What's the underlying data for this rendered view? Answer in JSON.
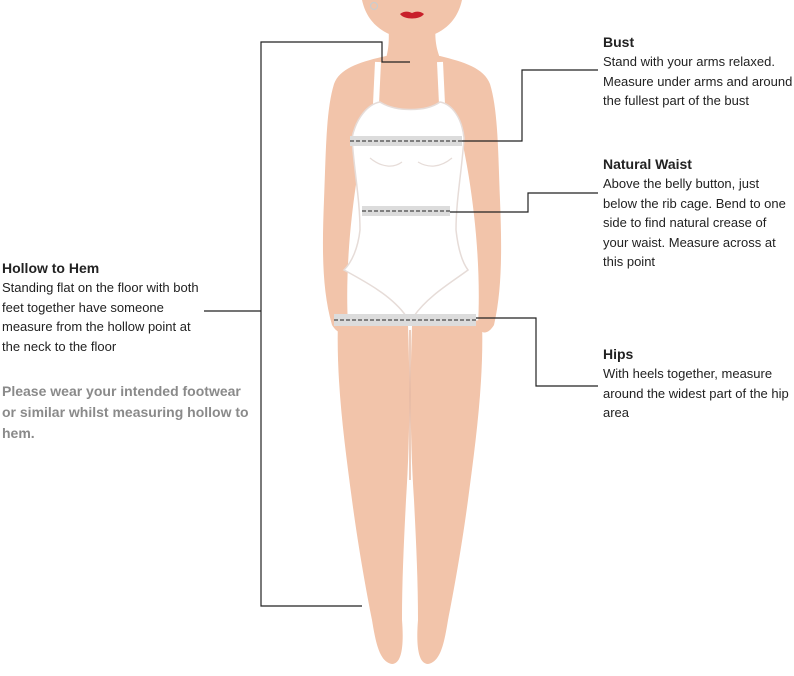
{
  "annotations": {
    "bust": {
      "title": "Bust",
      "body": "Stand with your arms relaxed. Measure under arms and around the fullest part of the bust"
    },
    "natural_waist": {
      "title": "Natural Waist",
      "body": "Above the belly button, just below the rib cage. Bend to one side to find natural crease of your waist. Measure across at this point"
    },
    "hips": {
      "title": "Hips",
      "body": "With heels together, measure around the widest part of the hip area"
    },
    "hollow_to_hem": {
      "title": "Hollow to Hem",
      "body": "Standing flat on the floor with both feet together have someone measure from the hollow point at the neck to the floor",
      "note": "Please wear your intended footwear or similar whilst measuring hollow to hem."
    }
  },
  "colors": {
    "skin": "#f2c4aa",
    "skin_shadow": "#e0a98e",
    "garment": "#ffffff",
    "garment_outline": "#e6dcd8",
    "band": "#dcdcdc",
    "leader_line": "#222222",
    "note_text": "#8a8a8a",
    "lips": "#c8202a"
  }
}
